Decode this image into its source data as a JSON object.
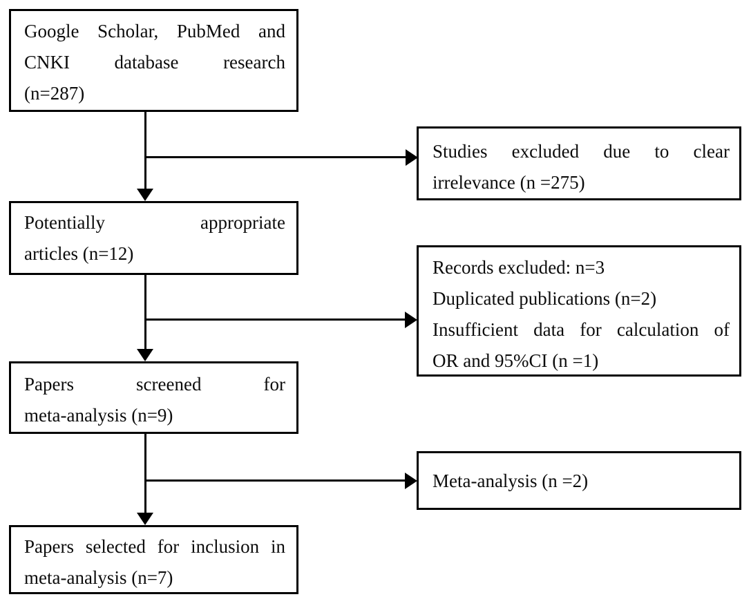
{
  "figure": {
    "type": "flowchart",
    "background_color": "#ffffff",
    "line_color": "#000000",
    "boxes": {
      "search": {
        "lines": [
          "Google Scholar, PubMed and",
          "CNKI database research",
          "(n=287)"
        ]
      },
      "irrelevance": {
        "lines": [
          "Studies excluded due to clear",
          "irrelevance (n =275)"
        ]
      },
      "appropriate": {
        "lines": [
          "Potentially appropriate",
          "articles (n=12)"
        ]
      },
      "records": {
        "lines": [
          "Records excluded: n=3",
          "Duplicated publications (n=2)",
          "Insufficient data for calculation of",
          "OR and 95%CI (n =1)"
        ]
      },
      "screened": {
        "lines": [
          "Papers screened for",
          "meta-analysis (n=9)"
        ]
      },
      "metaanalysis": {
        "lines": [
          "Meta-analysis (n =2)"
        ]
      },
      "selected": {
        "lines": [
          "Papers selected for inclusion in",
          "meta-analysis (n=7)"
        ]
      }
    },
    "flow": [
      {
        "from": "search",
        "to": "appropriate",
        "branch": "irrelevance"
      },
      {
        "from": "appropriate",
        "to": "screened",
        "branch": "records"
      },
      {
        "from": "screened",
        "to": "selected",
        "branch": "metaanalysis"
      }
    ]
  }
}
